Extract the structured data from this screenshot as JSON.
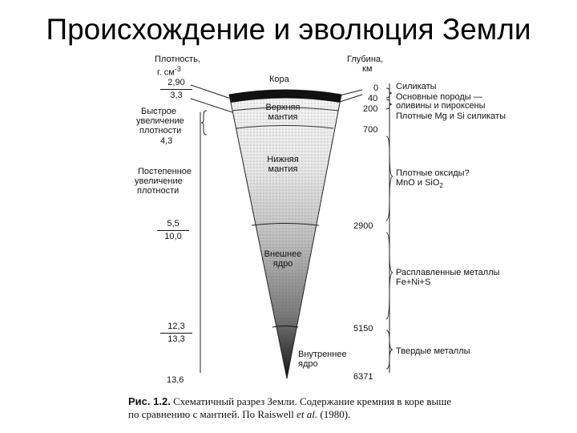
{
  "title": "Происхождение и эволюция Земли",
  "headers": {
    "density": "Плотность,",
    "density_unit": "г. см",
    "density_exp": "-3",
    "depth": "Глубина,",
    "depth_unit": "км"
  },
  "layers": {
    "crust": "Кора",
    "upper_mantle_1": "Верхняя",
    "upper_mantle_2": "мантия",
    "lower_mantle_1": "Нижняя",
    "lower_mantle_2": "мантия",
    "outer_core_1": "Внешнее",
    "outer_core_2": "ядро",
    "inner_core_1": "Внутреннее",
    "inner_core_2": "ядро"
  },
  "density_values": {
    "f1_num": "2,90",
    "f1_den": "3,3",
    "v1": "4,3",
    "f2_num": "5,5",
    "f2_den": "10,0",
    "f3_num": "12,3",
    "f3_den": "13,3",
    "v2": "13,6"
  },
  "density_notes": {
    "fast_1": "Быстрое",
    "fast_2": "увеличение",
    "fast_3": "плотности",
    "gradual_1": "Постепенное",
    "gradual_2": "увеличение",
    "gradual_3": "плотности"
  },
  "depths": [
    "0",
    "40",
    "200",
    "700",
    "2900",
    "5150",
    "6371"
  ],
  "compositions": {
    "c1": "Силикаты",
    "c2a": "Основные породы —",
    "c2b": "оливины и пироксены",
    "c3": "Плотные Mg и Si силикаты",
    "c4a": "Плотные оксиды?",
    "c4b": "MnO и SiO",
    "c4b_sub": "2",
    "c5a": "Расплавленные металлы",
    "c5b": "Fe+Ni+S",
    "c6": "Твердые металлы"
  },
  "caption": {
    "fig": "Рис. 1.2.",
    "line1_rest": " Схематичный разрез Земли. Содержание кремния в коре выше",
    "line2_a": "по сравнению с мантией. По Raiswell ",
    "line2_i": "et al.",
    "line2_b": " (1980)."
  }
}
